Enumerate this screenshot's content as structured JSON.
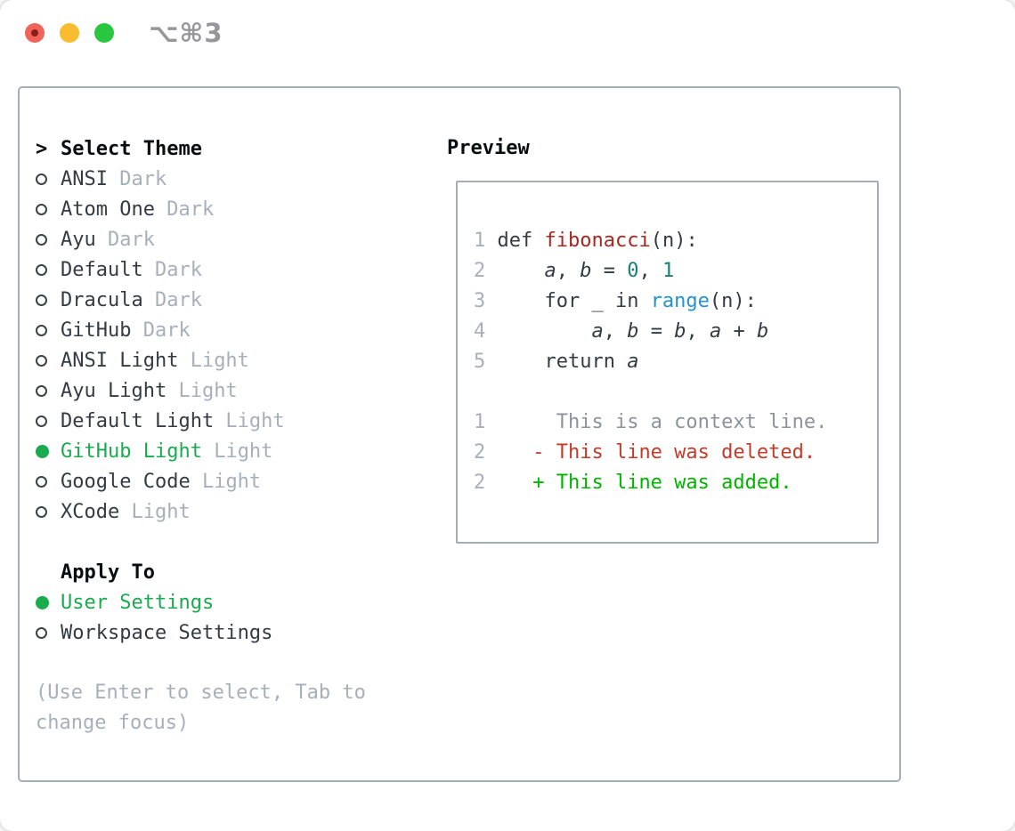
{
  "window": {
    "title": "⌥⌘3",
    "traffic_lights": [
      "close",
      "minimize",
      "zoom"
    ]
  },
  "theme_picker": {
    "prompt": ">",
    "header": "Select Theme",
    "items": [
      {
        "name": "ANSI",
        "variant": "Dark",
        "selected": false
      },
      {
        "name": "Atom One",
        "variant": "Dark",
        "selected": false
      },
      {
        "name": "Ayu",
        "variant": "Dark",
        "selected": false
      },
      {
        "name": "Default",
        "variant": "Dark",
        "selected": false
      },
      {
        "name": "Dracula",
        "variant": "Dark",
        "selected": false
      },
      {
        "name": "GitHub",
        "variant": "Dark",
        "selected": false
      },
      {
        "name": "ANSI Light",
        "variant": "Light",
        "selected": false
      },
      {
        "name": "Ayu Light",
        "variant": "Light",
        "selected": false
      },
      {
        "name": "Default Light",
        "variant": "Light",
        "selected": false
      },
      {
        "name": "GitHub Light",
        "variant": "Light",
        "selected": true
      },
      {
        "name": "Google Code",
        "variant": "Light",
        "selected": false
      },
      {
        "name": "XCode",
        "variant": "Light",
        "selected": false
      }
    ],
    "apply_to": {
      "header": "Apply To",
      "options": [
        {
          "label": "User Settings",
          "selected": true
        },
        {
          "label": "Workspace Settings",
          "selected": false
        }
      ]
    },
    "hint_lines": [
      "(Use Enter to select, Tab to",
      "change focus)"
    ]
  },
  "preview": {
    "header": "Preview",
    "code_lines": [
      {
        "num": "1",
        "segments": [
          [
            "def ",
            "fg"
          ],
          [
            "fibonacci",
            "func"
          ],
          [
            "(n):",
            "fg"
          ]
        ]
      },
      {
        "num": "2",
        "segments": [
          [
            "    ",
            "fg"
          ],
          [
            "a",
            "var"
          ],
          [
            ", ",
            "fg"
          ],
          [
            "b",
            "var"
          ],
          [
            " = ",
            "fg"
          ],
          [
            "0",
            "num"
          ],
          [
            ", ",
            "fg"
          ],
          [
            "1",
            "num"
          ]
        ]
      },
      {
        "num": "3",
        "segments": [
          [
            "    for _ in ",
            "fg"
          ],
          [
            "range",
            "builtin"
          ],
          [
            "(n):",
            "fg"
          ]
        ]
      },
      {
        "num": "4",
        "segments": [
          [
            "        ",
            "fg"
          ],
          [
            "a",
            "var"
          ],
          [
            ", ",
            "fg"
          ],
          [
            "b",
            "var"
          ],
          [
            " = ",
            "fg"
          ],
          [
            "b",
            "var"
          ],
          [
            ", ",
            "fg"
          ],
          [
            "a",
            "var"
          ],
          [
            " + ",
            "fg"
          ],
          [
            "b",
            "var"
          ]
        ]
      },
      {
        "num": "5",
        "segments": [
          [
            "    return ",
            "fg"
          ],
          [
            "a",
            "var"
          ]
        ]
      },
      {
        "num": "",
        "segments": []
      },
      {
        "num": "1",
        "segments": [
          [
            "     This is a context line.",
            "ctx"
          ]
        ]
      },
      {
        "num": "2",
        "segments": [
          [
            "   - This line was deleted.",
            "del"
          ]
        ]
      },
      {
        "num": "2",
        "segments": [
          [
            "   + This line was added.",
            "add"
          ]
        ]
      }
    ]
  },
  "colors": {
    "panel_border": "#a5adb7",
    "text": "#343b43",
    "muted": "#a7b0ba",
    "selection_green": "#19ab4e",
    "diff_added": "#00b400",
    "diff_deleted": "#c63a2a",
    "function_red": "#a8271f",
    "number_teal": "#197e78",
    "builtin_blue": "#2493cf",
    "context_gray": "#8b939d",
    "traffic_red": "#f0635a",
    "traffic_yellow": "#f8bc2e",
    "traffic_green": "#2bc63f"
  }
}
